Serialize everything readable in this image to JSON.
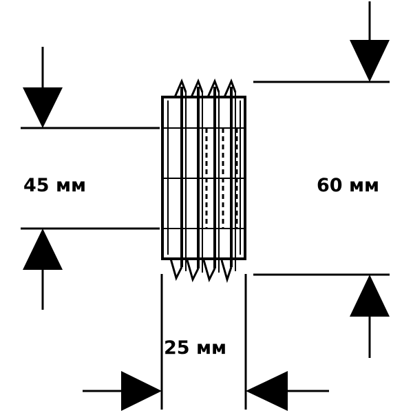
{
  "labels": {
    "inner_diameter": "45 мм",
    "outer_diameter": "60 мм",
    "length": "25 мм"
  },
  "colors": {
    "line": "#000000",
    "background": "#ffffff"
  }
}
